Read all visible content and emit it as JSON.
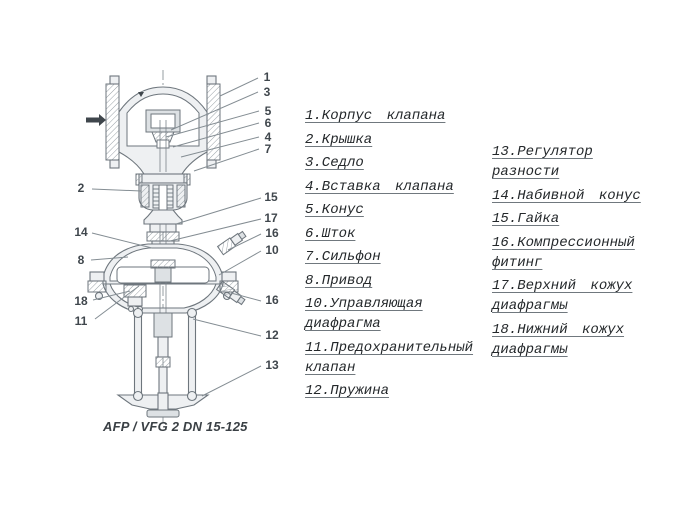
{
  "figure": {
    "caption": "AFP / VFG 2 DN 15-125"
  },
  "parts_list": {
    "column1": [
      {
        "label": "1.Корпус клапана"
      },
      {
        "label": "2.Крышка"
      },
      {
        "label": "3.Седло"
      },
      {
        "label": "4.Вставка клапана"
      },
      {
        "label": "5.Конус"
      },
      {
        "label": "6.Шток"
      },
      {
        "label": "7.Сильфон"
      },
      {
        "label": "8.Привод"
      },
      {
        "label": "10.Управляющая диафрагма"
      },
      {
        "label": "11.Предохранительный клапан"
      },
      {
        "label": "12.Пружина"
      }
    ],
    "column2": [
      {
        "label": "13.Регулятор разности"
      },
      {
        "label": "14.Набивной конус"
      },
      {
        "label": "15.Гайка"
      },
      {
        "label": "16.Компрессионный фитинг"
      },
      {
        "label": "17.Верхний кожух диафрагмы"
      },
      {
        "label": "18.Нижний кожух диафрагмы"
      }
    ]
  },
  "callouts": {
    "c1": "1",
    "c3": "3",
    "c5": "5",
    "c6": "6",
    "c4": "4",
    "c7": "7",
    "c2": "2",
    "c14": "14",
    "c8": "8",
    "c18": "18",
    "c11": "11",
    "c15": "15",
    "c17": "17",
    "c16a": "16",
    "c10": "10",
    "c16b": "16",
    "c12": "12",
    "c13": "13"
  },
  "colors": {
    "drawing_line": "#6e767d",
    "drawing_fill": "#eef0f2",
    "leader_line": "#848d93",
    "callout_text": "#40474d",
    "list_text": "#24282b"
  }
}
